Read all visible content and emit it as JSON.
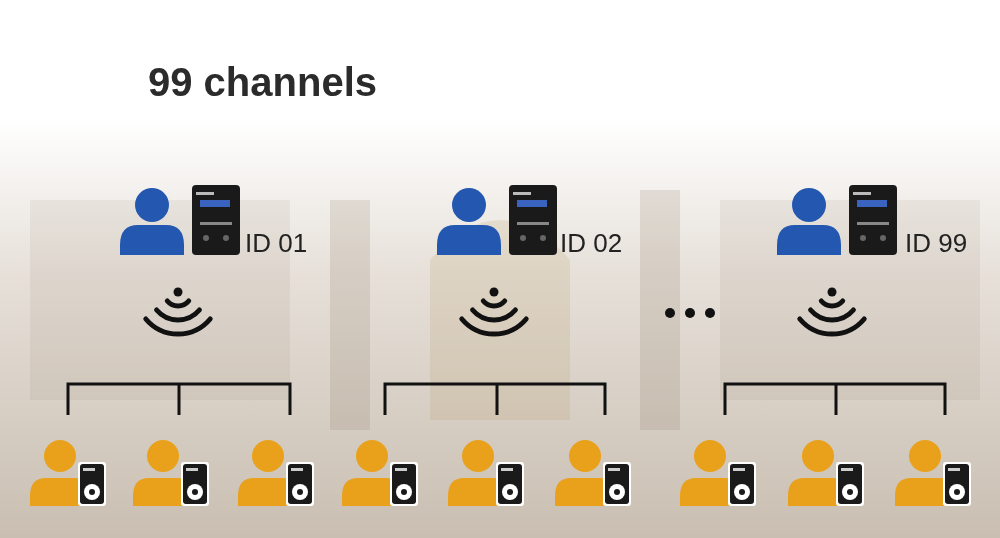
{
  "diagram": {
    "title": "99 channels",
    "nodes": [
      {
        "text": [
          "ID 01"
        ]
      },
      {
        "text": [
          "ID 02"
        ]
      },
      {
        "text": [
          "ID 99"
        ]
      }
    ]
  }
}
